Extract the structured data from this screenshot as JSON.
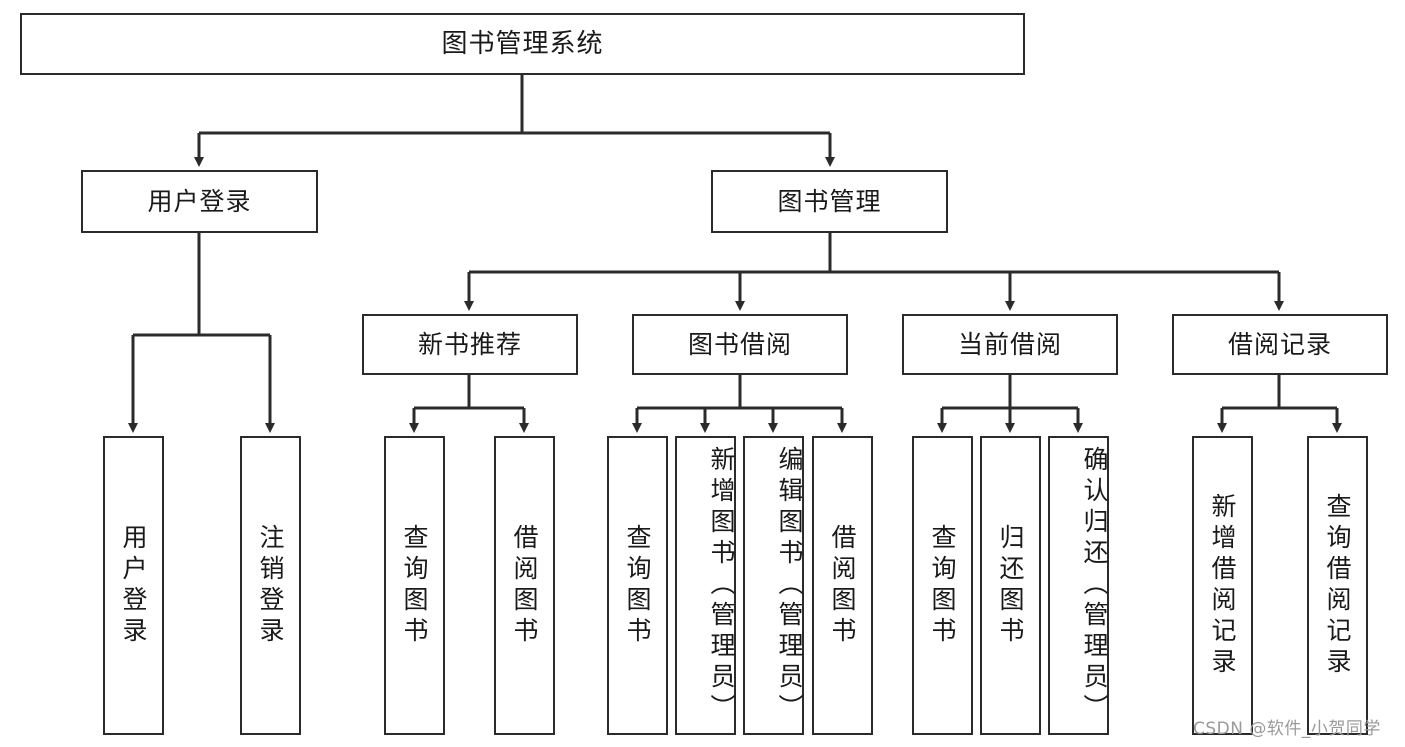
{
  "diagram": {
    "type": "tree-hierarchy-chart",
    "title": "图书管理系统",
    "stroke_color": "#2b2b2b",
    "background_color": "#ffffff",
    "text_color": "#1a1a1a",
    "levels": {
      "root": {
        "label": "图书管理系统"
      },
      "level2": [
        {
          "label": "用户登录"
        },
        {
          "label": "图书管理"
        }
      ],
      "level3": [
        {
          "label": "新书推荐"
        },
        {
          "label": "图书借阅"
        },
        {
          "label": "当前借阅"
        },
        {
          "label": "借阅记录"
        }
      ],
      "level4": [
        {
          "label": "用户登录",
          "parent": "用户登录"
        },
        {
          "label": "注销登录",
          "parent": "用户登录"
        },
        {
          "label": "查询图书",
          "parent": "新书推荐"
        },
        {
          "label": "借阅图书",
          "parent": "新书推荐"
        },
        {
          "label": "查询图书",
          "parent": "图书借阅"
        },
        {
          "label": "新增图书（管理员）",
          "parent": "图书借阅"
        },
        {
          "label": "编辑图书（管理员）",
          "parent": "图书借阅"
        },
        {
          "label": "借阅图书",
          "parent": "图书借阅"
        },
        {
          "label": "查询图书",
          "parent": "当前借阅"
        },
        {
          "label": "归还图书",
          "parent": "当前借阅"
        },
        {
          "label": "确认归还（管理员）",
          "parent": "当前借阅"
        },
        {
          "label": "新增借阅记录",
          "parent": "借阅记录"
        },
        {
          "label": "查询借阅记录",
          "parent": "借阅记录"
        }
      ]
    }
  },
  "watermark": {
    "text": "CSDN @软件_小贺同学"
  }
}
